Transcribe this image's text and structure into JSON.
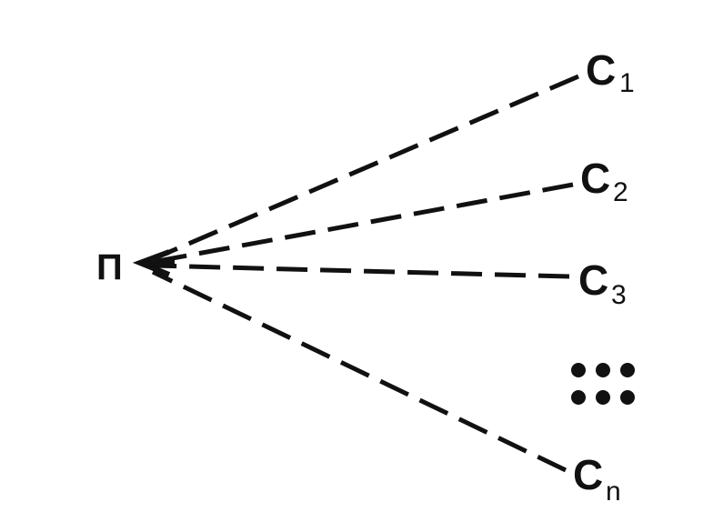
{
  "source_node": {
    "label": "П"
  },
  "target_nodes": [
    {
      "label": "C",
      "subscript": "1"
    },
    {
      "label": "C",
      "subscript": "2"
    },
    {
      "label": "C",
      "subscript": "3"
    },
    {
      "label": "C",
      "subscript": "n"
    }
  ],
  "ellipsis": {
    "rows": 2,
    "cols": 3
  },
  "colors": {
    "ink": "#111111",
    "background": "#ffffff"
  }
}
